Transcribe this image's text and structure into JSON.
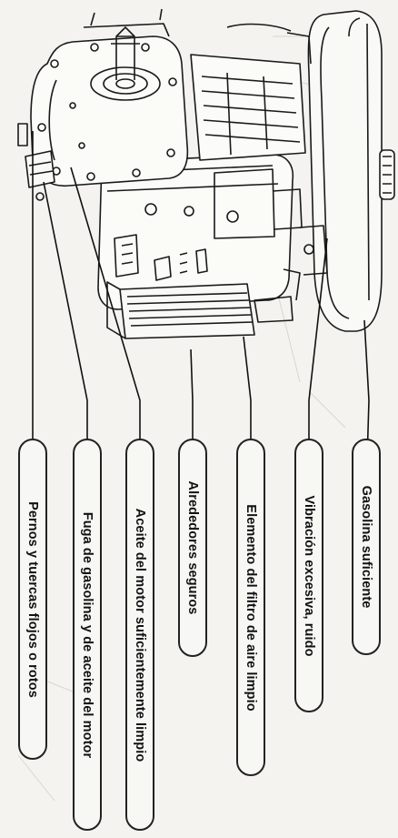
{
  "labels": [
    "Gasolina suficiente",
    "Vibración excesiva, ruido",
    "Elemento del filtro de aire limpio",
    "Alrededores seguros",
    "Aceite del motor suficientemente limpio",
    "Fuga de gasolina y de aceite del motor",
    "Pernos y tuercas flojos o rotos"
  ],
  "colors": {
    "ink": "#1a1a1a",
    "paper": "#f4f3ef",
    "fill": "#f7f7f4"
  }
}
